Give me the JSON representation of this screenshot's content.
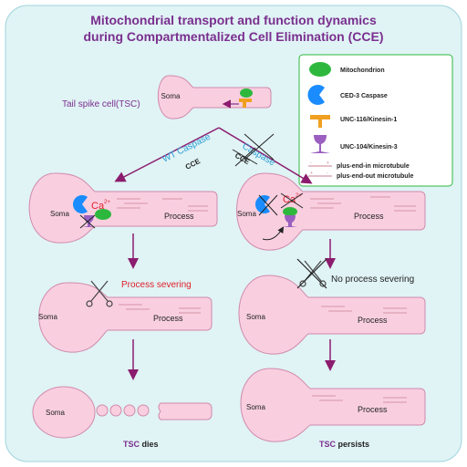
{
  "title": {
    "line1": "Mitochondrial transport and function dynamics",
    "line2": "during Compartmentalized Cell Elimination (CCE)"
  },
  "labels": {
    "tsc": "Tail spike cell(TSC)",
    "soma": "Soma",
    "process": "Process",
    "wt_caspase": "WT Caspase",
    "caspase_mutant": "Caspase",
    "cce": "CCE",
    "ca": "Ca",
    "ca_sup": "2+",
    "process_severing": "Process severing",
    "no_process_severing": "No process severing",
    "tsc_short": "TSC",
    "dies": "dies",
    "persists": "persists"
  },
  "legend": {
    "mitochondrion": "Mitochondrion",
    "ced3": "CED-3 Caspase",
    "unc116": "UNC-116/Kinesin-1",
    "unc104": "UNC-104/Kinesin-3",
    "plus_in": "plus-end-in microtubule",
    "plus_out": "plus-end-out microtubule"
  },
  "colors": {
    "background": "#e0f3f5",
    "cell_fill": "#f9cfe0",
    "cell_stroke": "#d08aab",
    "title": "#7a2f8e",
    "arrow": "#8b1c6e",
    "wt_caspase": "#2a9fd6",
    "mitochondrion": "#2db83d",
    "ced3": "#1a8cff",
    "unc116": "#f0a020",
    "unc104": "#9a5fc0",
    "ca_red": "#e0202a",
    "severing_red": "#e0202a"
  }
}
